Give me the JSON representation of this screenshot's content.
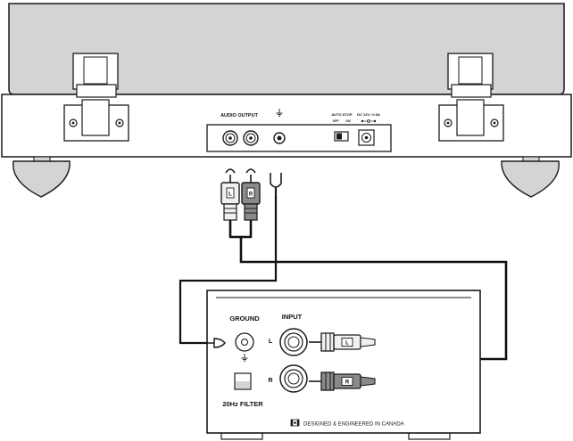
{
  "turntable": {
    "audio_output_label": "AUDIO OUTPUT",
    "auto_stop_label": "AUTO STOP",
    "auto_stop_off": "OFF",
    "auto_stop_on": "ON",
    "dc_label": "DC 12V / 0.5A"
  },
  "plugs": {
    "left_marker": "L",
    "right_marker": "R"
  },
  "preamp": {
    "ground_label": "GROUND",
    "input_label": "INPUT",
    "left_label": "L",
    "right_label": "R",
    "filter_label": "20Hz FILTER",
    "branding": "DESIGNED & ENGINEERED IN CANADA"
  },
  "colors": {
    "panel_gray": "#d4d4d4",
    "dark_plug": "#8a8a8a",
    "light_plug": "#f0f0f0",
    "outline": "#1a1a1a"
  },
  "icons": {
    "ground": "ground-icon",
    "maple_leaf": "canada-flag-icon"
  }
}
